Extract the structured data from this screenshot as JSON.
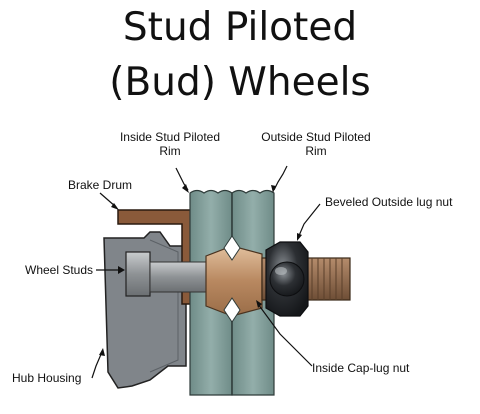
{
  "title": {
    "line1": "Stud Piloted",
    "line2": "(Bud) Wheels"
  },
  "labels": {
    "inside_rim_1": "Inside Stud Piloted",
    "inside_rim_2": "Rim",
    "outside_rim_1": "Outside Stud Piloted",
    "outside_rim_2": "Rim",
    "brake_drum": "Brake Drum",
    "beveled_nut": "Beveled Outside lug nut",
    "wheel_studs": "Wheel Studs",
    "hub_housing": "Hub Housing",
    "cap_nut": "Inside Cap-lug nut"
  },
  "colors": {
    "rim": "#7f9c98",
    "rim_dark": "#4f6663",
    "hub": "#7f8384",
    "stud": "#a2a6a9",
    "drum": "#8a5a3a",
    "cap_nut": "#c69a74",
    "outer_nut": "#3a3d40",
    "threads": "#8d6a4e"
  }
}
